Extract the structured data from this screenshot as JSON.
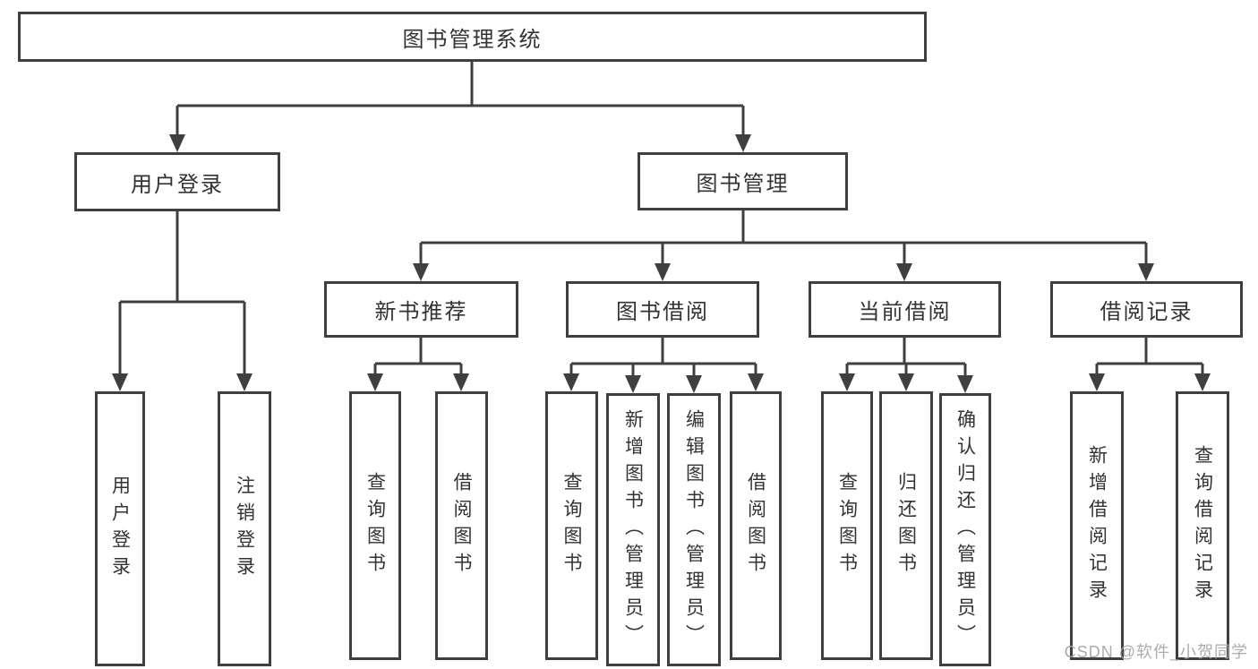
{
  "diagram": {
    "title": "图书管理系统",
    "level2": {
      "user_login": "用户登录",
      "book_management": "图书管理"
    },
    "level3": {
      "new_books": "新书推荐",
      "book_borrowing": "图书借阅",
      "current_borrowing": "当前借阅",
      "borrowing_records": "借阅记录"
    },
    "leaves": {
      "user_login": [
        "用户登录",
        "注销登录"
      ],
      "new_books": [
        "查询图书",
        "借阅图书"
      ],
      "book_borrowing": [
        "查询图书",
        "新增图书（管理员）",
        "编辑图书（管理员）",
        "借阅图书"
      ],
      "current_borrowing": [
        "查询图书",
        "归还图书",
        "确认归还（管理员）"
      ],
      "borrowing_records": [
        "新增借阅记录",
        "查询借阅记录"
      ]
    },
    "watermark": "CSDN @软件_小贺同学",
    "colors": {
      "line": "#3f3f3f",
      "text": "#333333",
      "watermark": "#a8a8a8",
      "background": "#ffffff"
    }
  }
}
